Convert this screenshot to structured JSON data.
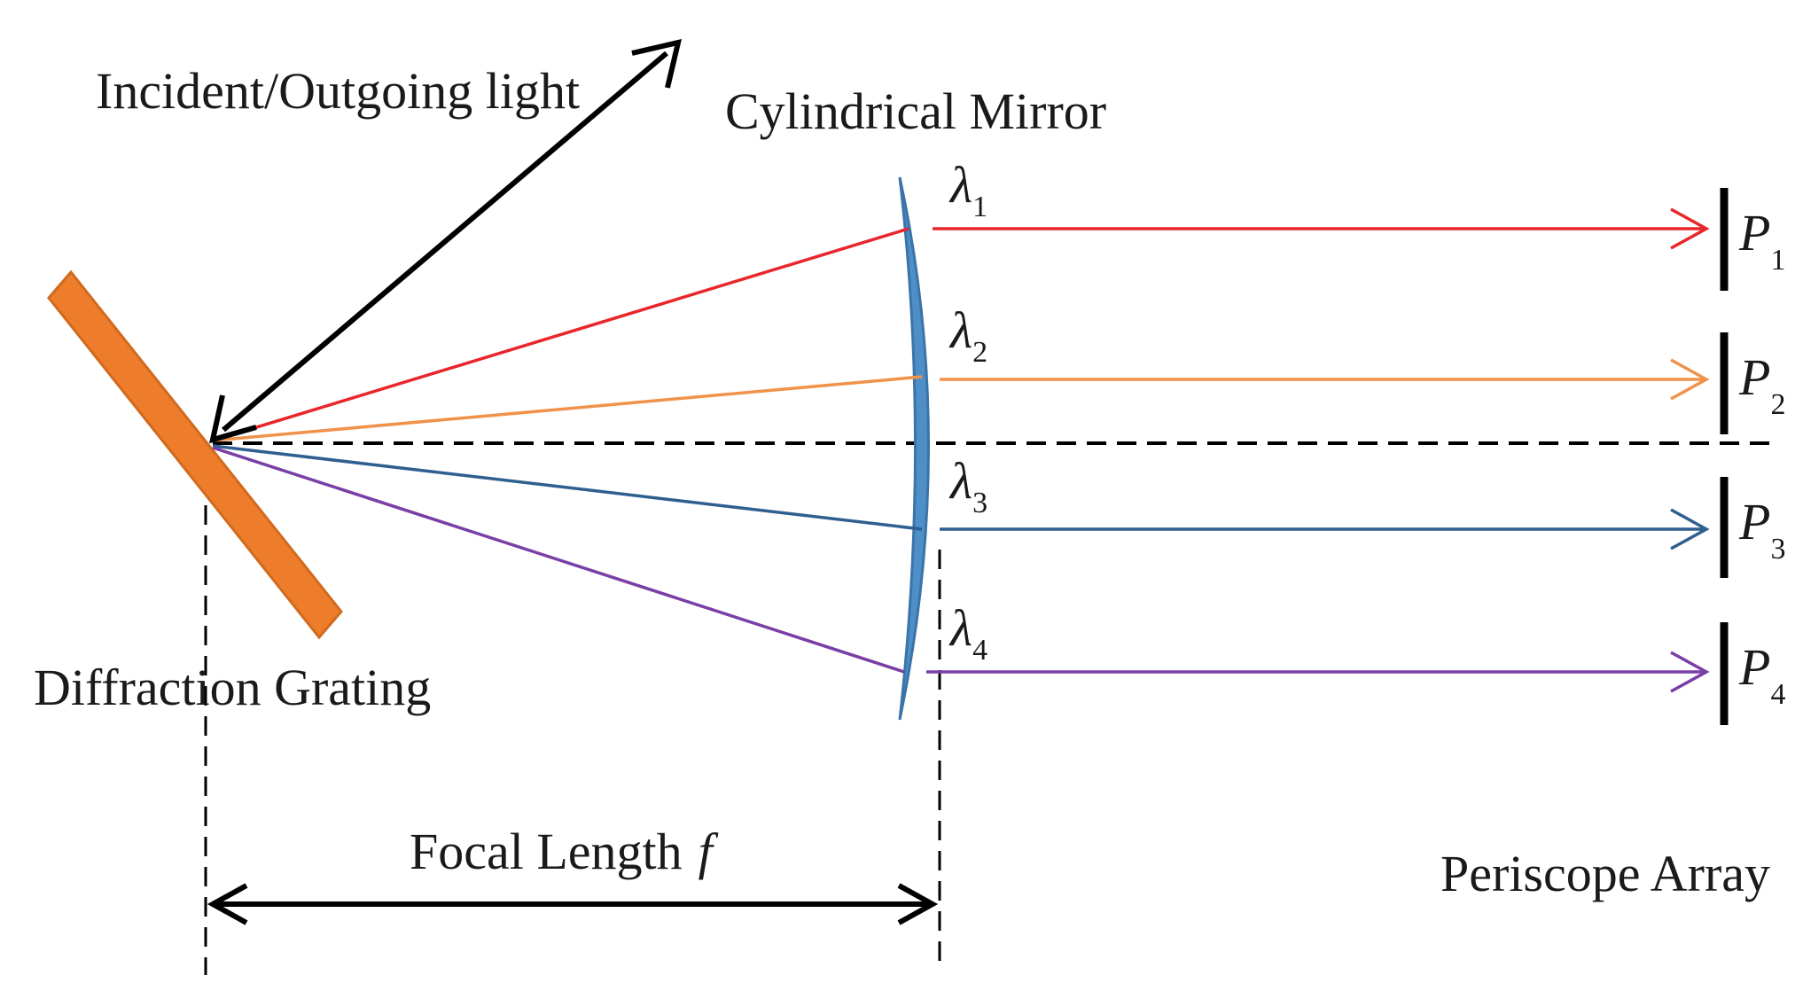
{
  "labels": {
    "incident_light": "Incident/Outgoing light",
    "mirror": "Cylindrical Mirror",
    "grating": "Diffraction Grating",
    "focal_length": "Focal Length",
    "focal_symbol": "f",
    "periscope_array": "Periscope Array"
  },
  "beams": [
    {
      "wavelength_symbol": "λ",
      "wavelength_index": "1",
      "periscope_symbol": "P",
      "periscope_index": "1",
      "color": "#e8262b"
    },
    {
      "wavelength_symbol": "λ",
      "wavelength_index": "2",
      "periscope_symbol": "P",
      "periscope_index": "2",
      "color": "#f0924a"
    },
    {
      "wavelength_symbol": "λ",
      "wavelength_index": "3",
      "periscope_symbol": "P",
      "periscope_index": "3",
      "color": "#2f5f8f"
    },
    {
      "wavelength_symbol": "λ",
      "wavelength_index": "4",
      "periscope_symbol": "P",
      "periscope_index": "4",
      "color": "#7a3fa6"
    }
  ],
  "colors": {
    "grating": "#ee7d2b",
    "grating_edge": "#d06a1f",
    "mirror": "#4f8fc8",
    "mirror_edge": "#3a74a8",
    "ink": "#000000"
  }
}
